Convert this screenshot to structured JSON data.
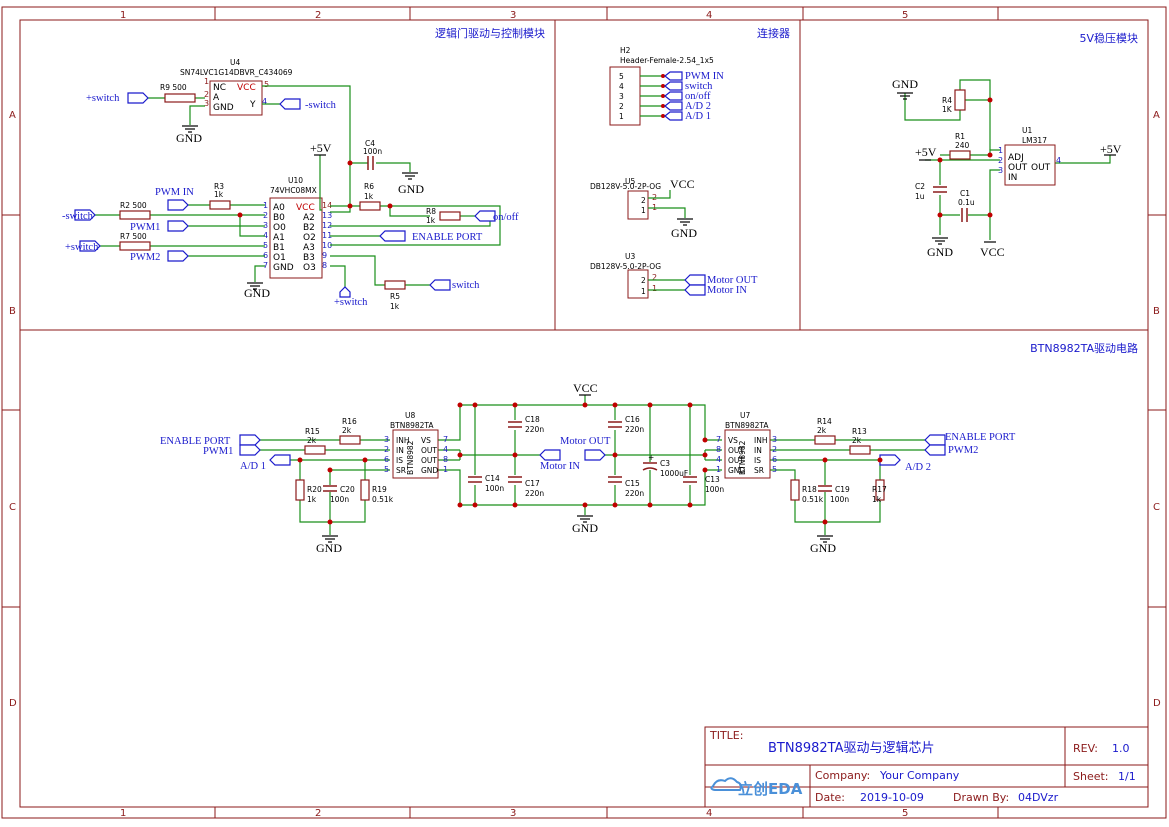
{
  "sheet": {
    "columns": [
      "1",
      "2",
      "3",
      "4",
      "5"
    ],
    "rows": [
      "A",
      "B",
      "C",
      "D"
    ]
  },
  "sections": {
    "logic": "逻辑门驱动与控制模块",
    "connector": "连接器",
    "regulator": "5V稳压模块",
    "driver": "BTN8982TA驱动电路"
  },
  "parts": {
    "u4": {
      "ref": "U4",
      "value": "SN74LVC1G14DBVR_C434069",
      "pins": [
        "NC",
        "A",
        "GND",
        "VCC",
        "Y"
      ]
    },
    "u10": {
      "ref": "U10",
      "value": "74VHC08MX",
      "left_pins": [
        "A0",
        "B0",
        "O0",
        "A1",
        "B1",
        "O1",
        "GND"
      ],
      "right_pins": [
        "VCC",
        "A2",
        "B2",
        "O2",
        "A3",
        "B3",
        "O3"
      ]
    },
    "h2": {
      "ref": "H2",
      "value": "Header-Female-2.54_1x5"
    },
    "u5": {
      "ref": "U5",
      "value": "DB128V-5.0-2P-OG"
    },
    "u3": {
      "ref": "U3",
      "value": "DB128V-5.0-2P-OG"
    },
    "u1": {
      "ref": "U1",
      "value": "LM317",
      "pins": [
        "ADJ",
        "OUT",
        "IN",
        "OUT"
      ]
    },
    "u8": {
      "ref": "U8",
      "value": "BTN8982TA",
      "body": "BTN8982",
      "pins": [
        "INH",
        "IN",
        "IS",
        "SR",
        "VS",
        "OUT",
        "OUT",
        "GND"
      ]
    },
    "u7": {
      "ref": "U7",
      "value": "BTN8982TA",
      "body": "BTN8982",
      "pins": [
        "VS",
        "OUT",
        "OUT",
        "GND",
        "INH",
        "IN",
        "IS",
        "SR"
      ]
    }
  },
  "components": [
    {
      "ref": "R9",
      "value": "500"
    },
    {
      "ref": "C4",
      "value": "100n"
    },
    {
      "ref": "R3",
      "value": "1k"
    },
    {
      "ref": "R2",
      "value": "500"
    },
    {
      "ref": "R7",
      "value": "500"
    },
    {
      "ref": "R6",
      "value": "1k"
    },
    {
      "ref": "R8",
      "value": "1k"
    },
    {
      "ref": "R5",
      "value": "1k"
    },
    {
      "ref": "R4",
      "value": "1K"
    },
    {
      "ref": "R1",
      "value": "240"
    },
    {
      "ref": "C2",
      "value": "1u"
    },
    {
      "ref": "C1",
      "value": "0.1u"
    },
    {
      "ref": "R15",
      "value": "2k"
    },
    {
      "ref": "R16",
      "value": "2k"
    },
    {
      "ref": "R20",
      "value": "1k"
    },
    {
      "ref": "C20",
      "value": "100n"
    },
    {
      "ref": "R19",
      "value": "0.51k"
    },
    {
      "ref": "C14",
      "value": "100n"
    },
    {
      "ref": "C18",
      "value": "220n"
    },
    {
      "ref": "C17",
      "value": "220n"
    },
    {
      "ref": "C16",
      "value": "220n"
    },
    {
      "ref": "C15",
      "value": "220n"
    },
    {
      "ref": "C3",
      "value": "1000uF"
    },
    {
      "ref": "C13",
      "value": "100n"
    },
    {
      "ref": "R14",
      "value": "2k"
    },
    {
      "ref": "R13",
      "value": "2k"
    },
    {
      "ref": "R18",
      "value": "0.51k"
    },
    {
      "ref": "C19",
      "value": "100n"
    },
    {
      "ref": "R17",
      "value": "1k"
    }
  ],
  "nets": {
    "plus_switch": "+switch",
    "minus_switch": "-switch",
    "switch": "switch",
    "pwm_in": "PWM IN",
    "pwm1": "PWM1",
    "pwm2": "PWM2",
    "enable_port": "ENABLE PORT",
    "on_off": "on/off",
    "ad1": "A/D 1",
    "ad2": "A/D 2",
    "motor_out": "Motor OUT",
    "motor_in": "Motor IN",
    "gnd": "GND",
    "vcc": "VCC",
    "plus5v": "+5V"
  },
  "header_pins": [
    {
      "num": "5",
      "net": "PWM IN"
    },
    {
      "num": "4",
      "net": "switch"
    },
    {
      "num": "3",
      "net": "on/off"
    },
    {
      "num": "2",
      "net": "A/D 2"
    },
    {
      "num": "1",
      "net": "A/D 1"
    }
  ],
  "title_block": {
    "title_label": "TITLE:",
    "title": "BTN8982TA驱动与逻辑芯片",
    "rev_label": "REV:",
    "rev": "1.0",
    "company_label": "Company:",
    "company": "Your Company",
    "sheet_label": "Sheet:",
    "sheet": "1/1",
    "date_label": "Date:",
    "date": "2019-10-09",
    "drawn_label": "Drawn By:",
    "drawn": "04DVzr",
    "logo": "立创EDA"
  },
  "colors": {
    "frame": "#8b1a1a",
    "wire": "#1a8f1a",
    "net": "#1a1acc",
    "junction": "#c00000"
  }
}
